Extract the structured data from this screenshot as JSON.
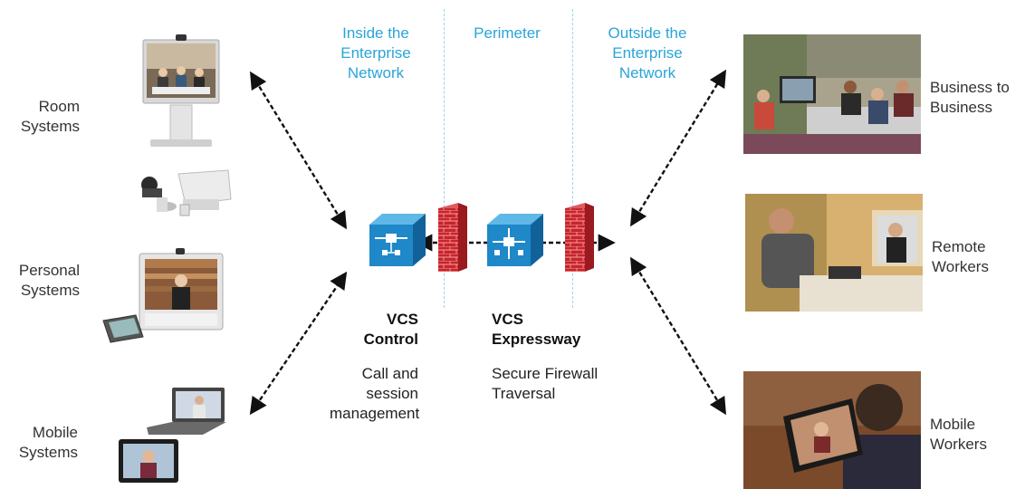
{
  "left_labels": {
    "room": [
      "Room",
      "Systems"
    ],
    "personal": [
      "Personal",
      "Systems"
    ],
    "mobile": [
      "Mobile",
      "Systems"
    ]
  },
  "right_labels": {
    "b2b": [
      "Business to",
      "Business"
    ],
    "remote": [
      "Remote",
      "Workers"
    ],
    "mobile": [
      "Mobile",
      "Workers"
    ]
  },
  "zones": {
    "inside": [
      "Inside the",
      "Enterprise",
      "Network"
    ],
    "perimeter": [
      "Perimeter"
    ],
    "outside": [
      "Outside the",
      "Enterprise",
      "Network"
    ]
  },
  "vcs_control": {
    "title": [
      "VCS",
      "Control"
    ],
    "desc": [
      "Call and",
      "session",
      "management"
    ]
  },
  "vcs_expressway": {
    "title": [
      "VCS",
      "Expressway"
    ],
    "desc": [
      "Secure Firewall",
      "Traversal"
    ]
  },
  "colors": {
    "zone_text": "#2aa4d8",
    "router_blue": "#1e88c8",
    "firewall_red": "#c8242b",
    "arrow": "#111111"
  }
}
